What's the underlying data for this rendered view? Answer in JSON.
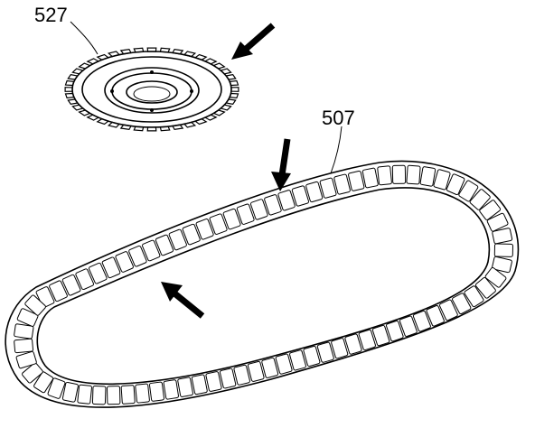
{
  "figure": {
    "callouts": [
      {
        "id": "sprocket",
        "label": "527"
      },
      {
        "id": "chain",
        "label": "507"
      }
    ],
    "arrows": 3,
    "colors": {
      "ink": "#000000",
      "paper": "#ffffff"
    }
  }
}
